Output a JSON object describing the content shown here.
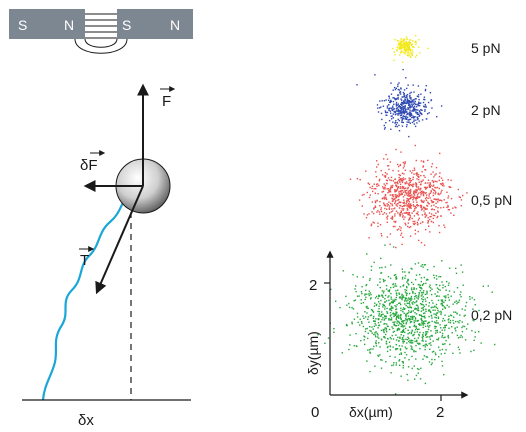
{
  "magnet": {
    "left": {
      "s_label": "S",
      "n_label": "N"
    },
    "right": {
      "s_label": "S",
      "n_label": "N"
    }
  },
  "bead_diagram": {
    "force_label": "F",
    "fluct_force_label": "δF",
    "tension_label": "T",
    "dx_label": "δx"
  },
  "clouds": {
    "items": [
      {
        "label": "5 pN",
        "color": "#f2e81a",
        "spread": 0.1
      },
      {
        "label": "2 pN",
        "color": "#2f49b2",
        "spread": 0.2
      },
      {
        "label": "0,5 pN",
        "color": "#e8514f",
        "spread": 0.35
      },
      {
        "label": "0,2 pN",
        "color": "#26a83d",
        "spread": 0.5
      }
    ]
  },
  "axes": {
    "x_label": "δx(µm)",
    "y_label": "δy(µm)",
    "x_origin_label": "0",
    "x_tick_label": "2",
    "y_tick_label": "2"
  },
  "colors": {
    "magnet": "#7d8792",
    "dna": "#1aa7d8",
    "arrow": "#1a1a1a"
  }
}
